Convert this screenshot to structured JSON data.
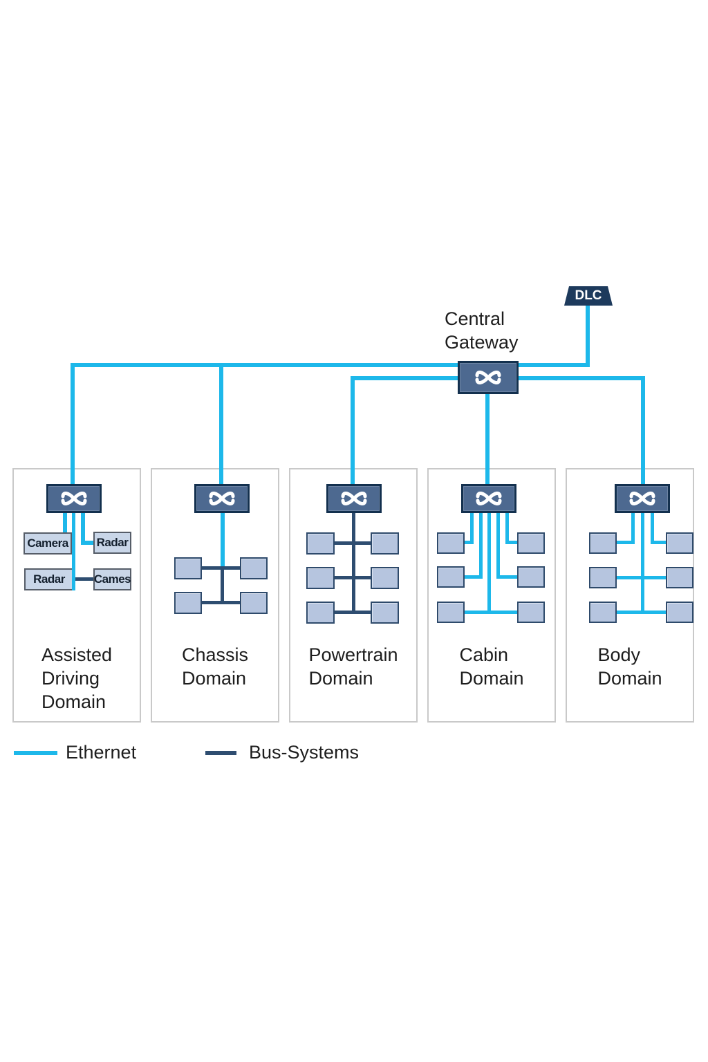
{
  "colors": {
    "ethernet": "#1db8ea",
    "bus_systems": "#2e4d70"
  },
  "central_gateway": {
    "label": "Central Gateway"
  },
  "dlc": {
    "label": "DLC"
  },
  "domains": [
    {
      "title": "Assisted\nDriving\nDomain",
      "devices": [
        "Camera",
        "Radar",
        "Radar",
        "Cames"
      ],
      "ecu_count": 4,
      "internal_links": "Ethernet + Bus"
    },
    {
      "title": "Chassis\nDomain",
      "ecu_count": 4,
      "internal_links": "Bus"
    },
    {
      "title": "Powertrain\nDomain",
      "ecu_count": 6,
      "internal_links": "Bus"
    },
    {
      "title": "Cabin\nDomain",
      "ecu_count": 6,
      "internal_links": "Ethernet"
    },
    {
      "title": "Body\nDomain",
      "ecu_count": 6,
      "internal_links": "Ethernet"
    }
  ],
  "legend": {
    "items": [
      {
        "label": "Ethernet",
        "color": "#1db8ea"
      },
      {
        "label": "Bus-Systems",
        "color": "#2e4d70"
      }
    ]
  }
}
